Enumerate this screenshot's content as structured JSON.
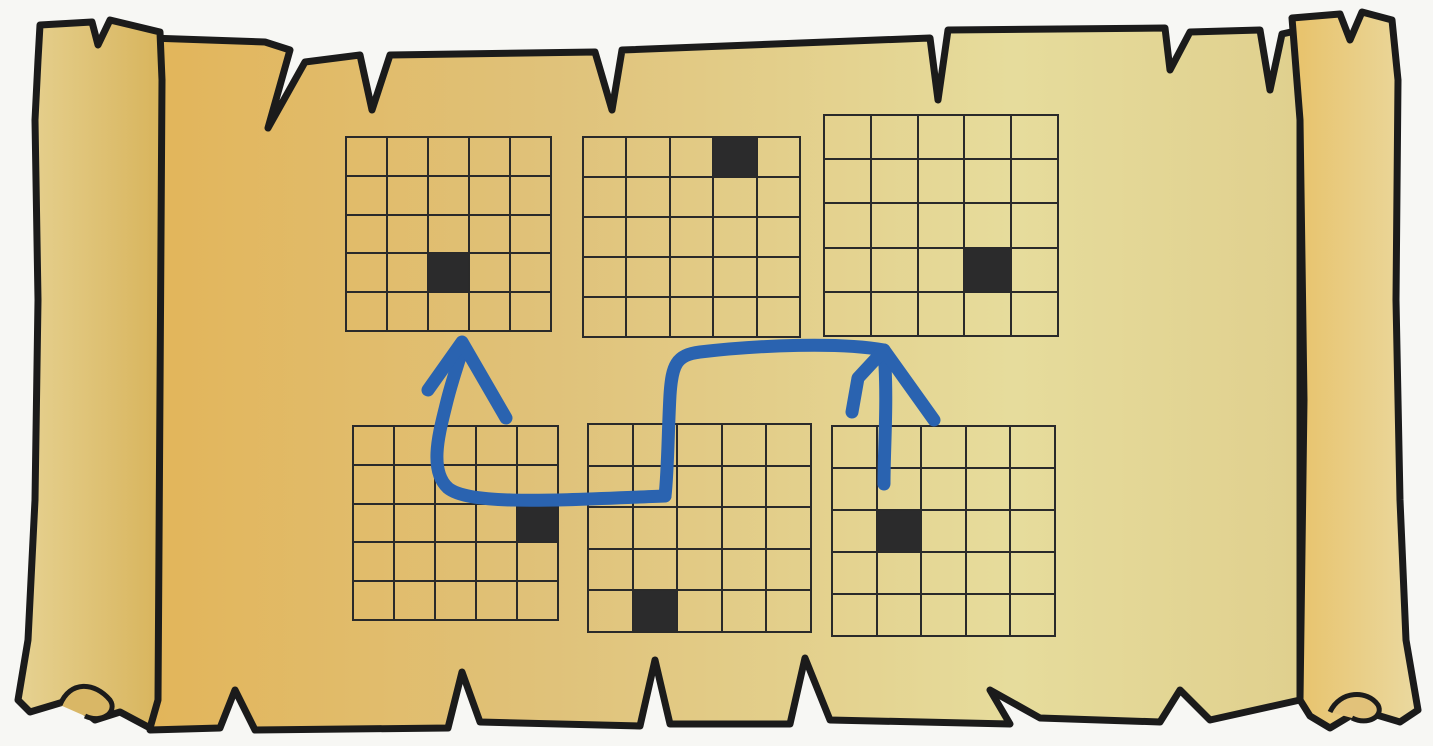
{
  "colors": {
    "parchment_light": "#e6dc9c",
    "parchment_dark": "#e2b55a",
    "roll_color": "#dcb866",
    "outline": "#1b1b1b",
    "grid_line": "#2a2a2a",
    "filled_cell": "#2b2b2c",
    "arrow": "#2a63b0"
  },
  "grid_size": 5,
  "grids": [
    {
      "id": "top-left",
      "filled": [
        3,
        2
      ]
    },
    {
      "id": "top-middle",
      "filled": [
        0,
        3
      ]
    },
    {
      "id": "top-right",
      "filled": [
        3,
        3
      ]
    },
    {
      "id": "bottom-left",
      "filled": [
        2,
        4
      ]
    },
    {
      "id": "bottom-middle",
      "filled": [
        4,
        1
      ]
    },
    {
      "id": "bottom-right",
      "filled": [
        2,
        1
      ]
    }
  ],
  "icons": {
    "scroll": "parchment-scroll-icon",
    "arrow_left": "curved-up-arrow-icon",
    "arrow_right": "curved-up-arrow-icon"
  }
}
